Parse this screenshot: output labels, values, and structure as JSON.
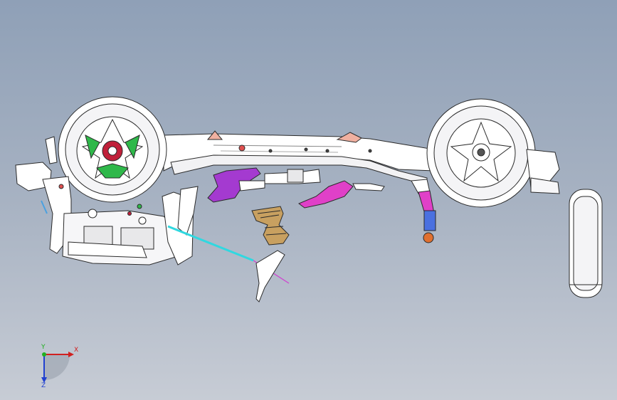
{
  "viewport": {
    "background_top": "#8fa0b7",
    "background_bottom": "#c7ccd5"
  },
  "model": {
    "colors": {
      "frame": "#ffffff",
      "outline": "#2a2a2a",
      "hub_green": "#2fb84a",
      "hub_red": "#c0203a",
      "bracket_pink": "#f0b0a0",
      "arm_purple": "#a43ad0",
      "arm_magenta": "#e040c8",
      "shaft_cyan": "#30d8e0",
      "boot_tan": "#c8a060",
      "strut_blue": "#4a70e0",
      "bushing_orange": "#e07030"
    }
  },
  "triad": {
    "x_label": "X",
    "y_label": "Y",
    "z_label": "Z",
    "x_color": "#d02020",
    "y_color": "#20b020",
    "z_color": "#2040d0"
  }
}
